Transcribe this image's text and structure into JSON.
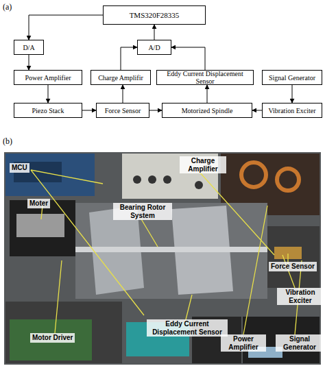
{
  "diagram": {
    "nodes": [
      {
        "text": [
          "TMS320F28335"
        ]
      },
      {
        "text": [
          "D/A"
        ]
      },
      {
        "text": [
          "A/D"
        ]
      },
      {
        "text": [
          "Power Amplifier"
        ]
      },
      {
        "text": [
          "Charge Amplifir"
        ]
      },
      {
        "text": [
          "Eddy Current Displacement Sensor"
        ]
      },
      {
        "text": [
          "Signal Generator"
        ]
      },
      {
        "text": [
          "Piezo Stack"
        ]
      },
      {
        "text": [
          "Force Sensor"
        ]
      },
      {
        "text": [
          "Motorized Spindle"
        ]
      },
      {
        "text": [
          "Vibration Exciter"
        ]
      }
    ],
    "edges": [
      {
        "from": 0,
        "to": 1,
        "arrow": "to"
      },
      {
        "from": 1,
        "to": 3,
        "arrow": "to"
      },
      {
        "from": 3,
        "to": 7,
        "arrow": "to"
      },
      {
        "from": 7,
        "to": 8,
        "arrow": "to"
      },
      {
        "from": 8,
        "to": 4,
        "arrow": "to"
      },
      {
        "from": 4,
        "to": 2,
        "arrow": "to"
      },
      {
        "from": 5,
        "to": 2,
        "arrow": "to"
      },
      {
        "from": 2,
        "to": 0,
        "arrow": "to"
      },
      {
        "from": 8,
        "to": 9,
        "arrow": "to"
      },
      {
        "from": 9,
        "to": 5,
        "arrow": "to"
      },
      {
        "from": 10,
        "to": 9,
        "arrow": "to"
      },
      {
        "from": 6,
        "to": 10,
        "arrow": "to"
      }
    ],
    "labels": [
      "(a)",
      "(b)",
      "MCU",
      "Charge Amplifier",
      "Moter",
      "Bearing Rotor System",
      "Force Sensor",
      "Vibration Exciter",
      "Eddy Current Displacement Sensor",
      "Motor Driver",
      "Power Amplifier",
      "Signal Generator"
    ]
  }
}
